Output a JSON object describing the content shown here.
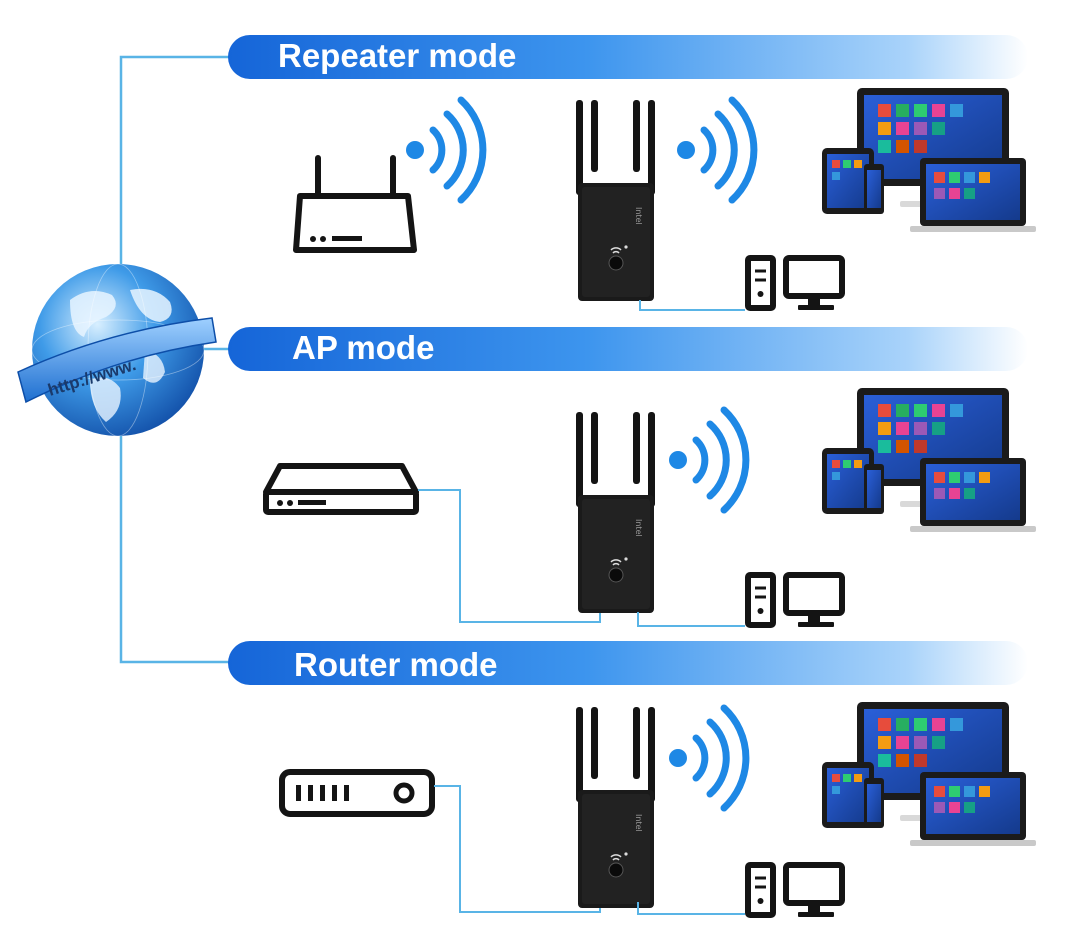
{
  "colors": {
    "accent": "#1e88e5",
    "banner_dark": "#1565d8",
    "wire": "#59b4e6",
    "device_black": "#141414"
  },
  "globe": {
    "label": "http://www.",
    "icon": "globe-icon"
  },
  "modes": [
    {
      "title": "Repeater mode",
      "source_icon": "wifi-router-icon",
      "source_wired": false,
      "source_wifi": true,
      "extender_wifi": true
    },
    {
      "title": "AP mode",
      "source_icon": "modem-icon",
      "source_wired": true,
      "source_wifi": false,
      "extender_wifi": true
    },
    {
      "title": "Router mode",
      "source_icon": "switch-icon",
      "source_wired": true,
      "source_wifi": false,
      "extender_wifi": true
    }
  ],
  "devices": {
    "extender_icon": "wifi-extender-icon",
    "pc_icon": "desktop-pc-icon",
    "client_icon": "client-devices-icon"
  }
}
